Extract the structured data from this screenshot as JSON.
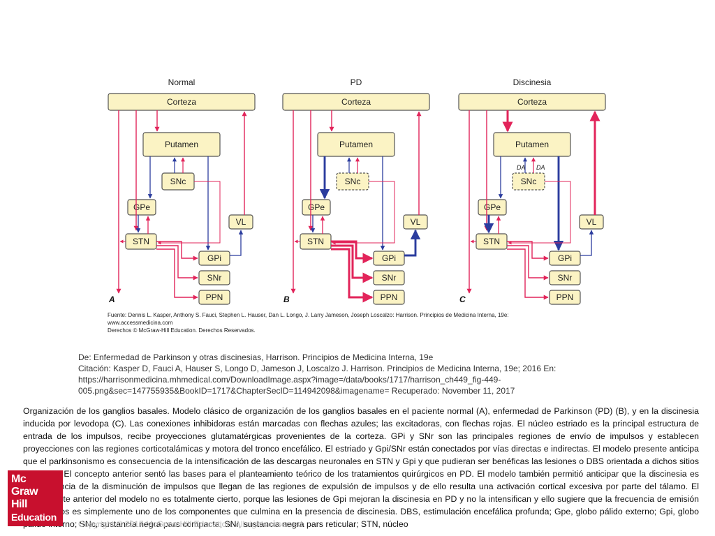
{
  "figure": {
    "columns": [
      {
        "title": "Normal",
        "panel": "A"
      },
      {
        "title": "PD",
        "panel": "B"
      },
      {
        "title": "Discinesia",
        "panel": "C"
      }
    ],
    "boxes": {
      "corteza": "Corteza",
      "putamen": "Putamen",
      "snc": "SNc",
      "gpe": "GPe",
      "stn": "STN",
      "gpi": "GPi",
      "snr": "SNr",
      "ppn": "PPN",
      "vl": "VL"
    },
    "da_label": "DA",
    "colors": {
      "excitatory": "#e2245a",
      "inhibitory": "#2b3c9e",
      "box_fill": "#fbf3c4"
    }
  },
  "source": {
    "line1": "Fuente: Dennis L. Kasper, Anthony S. Fauci, Stephen L. Hauser, Dan L. Longo, J. Larry Jameson, Joseph Loscalzo: Harrison. Principios de Medicina Interna, 19e:",
    "line2": "www.accessmedicina.com",
    "line3": "Derechos © McGraw-Hill Education. Derechos Reservados."
  },
  "overlay": {
    "line1": "De: Enfermedad de Parkinson y otras discinesias, Harrison. Principios de Medicina Interna, 19e",
    "line2": "Citación: Kasper D, Fauci A, Hauser S, Longo D, Jameson J, Loscalzo J. Harrison. Principios de Medicina Interna, 19e; 2016 En:",
    "line3": "https://harrisonmedicina.mhmedical.com/DownloadImage.aspx?image=/data/books/1717/harrison_ch449_fig-449-",
    "line4": "005.png&sec=147755935&BookID=1717&ChapterSecID=114942098&imagename= Recuperado: November 11, 2017"
  },
  "caption": "Organización de los ganglios basales. Modelo clásico de organización de los ganglios basales en el paciente normal (A), enfermedad de Parkinson (PD) (B), y en la discinesia inducida por levodopa (C). Las conexiones inhibidoras están marcadas con flechas azules; las excitadoras, con flechas rojas. El núcleo estriado es la principal estructura de entrada de los impulsos, recibe proyecciones glutamatérgicas provenientes de la corteza. GPi y SNr son las principales regiones de envío de impulsos y establecen proyecciones con las regiones corticotalámicas y motora del tronco encefálico. El estriado y Gpi/SNr están conectados por vías directas e indirectas. El modelo presente anticipa que el parkinsonismo es consecuencia de la intensificación de las descargas neuronales en STN y Gpi y que pudieran ser benéficas las lesiones o DBS orientada a dichos sitios efectores. El concepto anterior sentó las bases para el planteamiento teórico de los tratamientos quirúrgicos en PD. El modelo también permitió anticipar que la discinesia es consecuencia de la disminución de impulsos que llegan de las regiones de expulsión de impulsos y de ello resulta una activación cortical excesiva por parte del tálamo. El componente anterior del modelo no es totalmente cierto, porque las lesiones de Gpi mejoran la discinesia en PD y no la intensifican y ello sugiere que la frecuencia de emisión de impulsos es simplemente uno de los componentes que culmina en la presencia de discinesia. DBS, estimulación encefálica profunda; Gpe, globo pálido externo; Gpi, globo pálido interno; SNc, sustancia negra pars compacta; SNr, sustancia negra pars reticular; STN, núcleo",
  "logo": {
    "line1": "Mc",
    "line2": "Graw",
    "line3": "Hill",
    "line4": "Education"
  },
  "copyright": "Copyright © 2017 McGraw-Hill Education. All rights reserved"
}
